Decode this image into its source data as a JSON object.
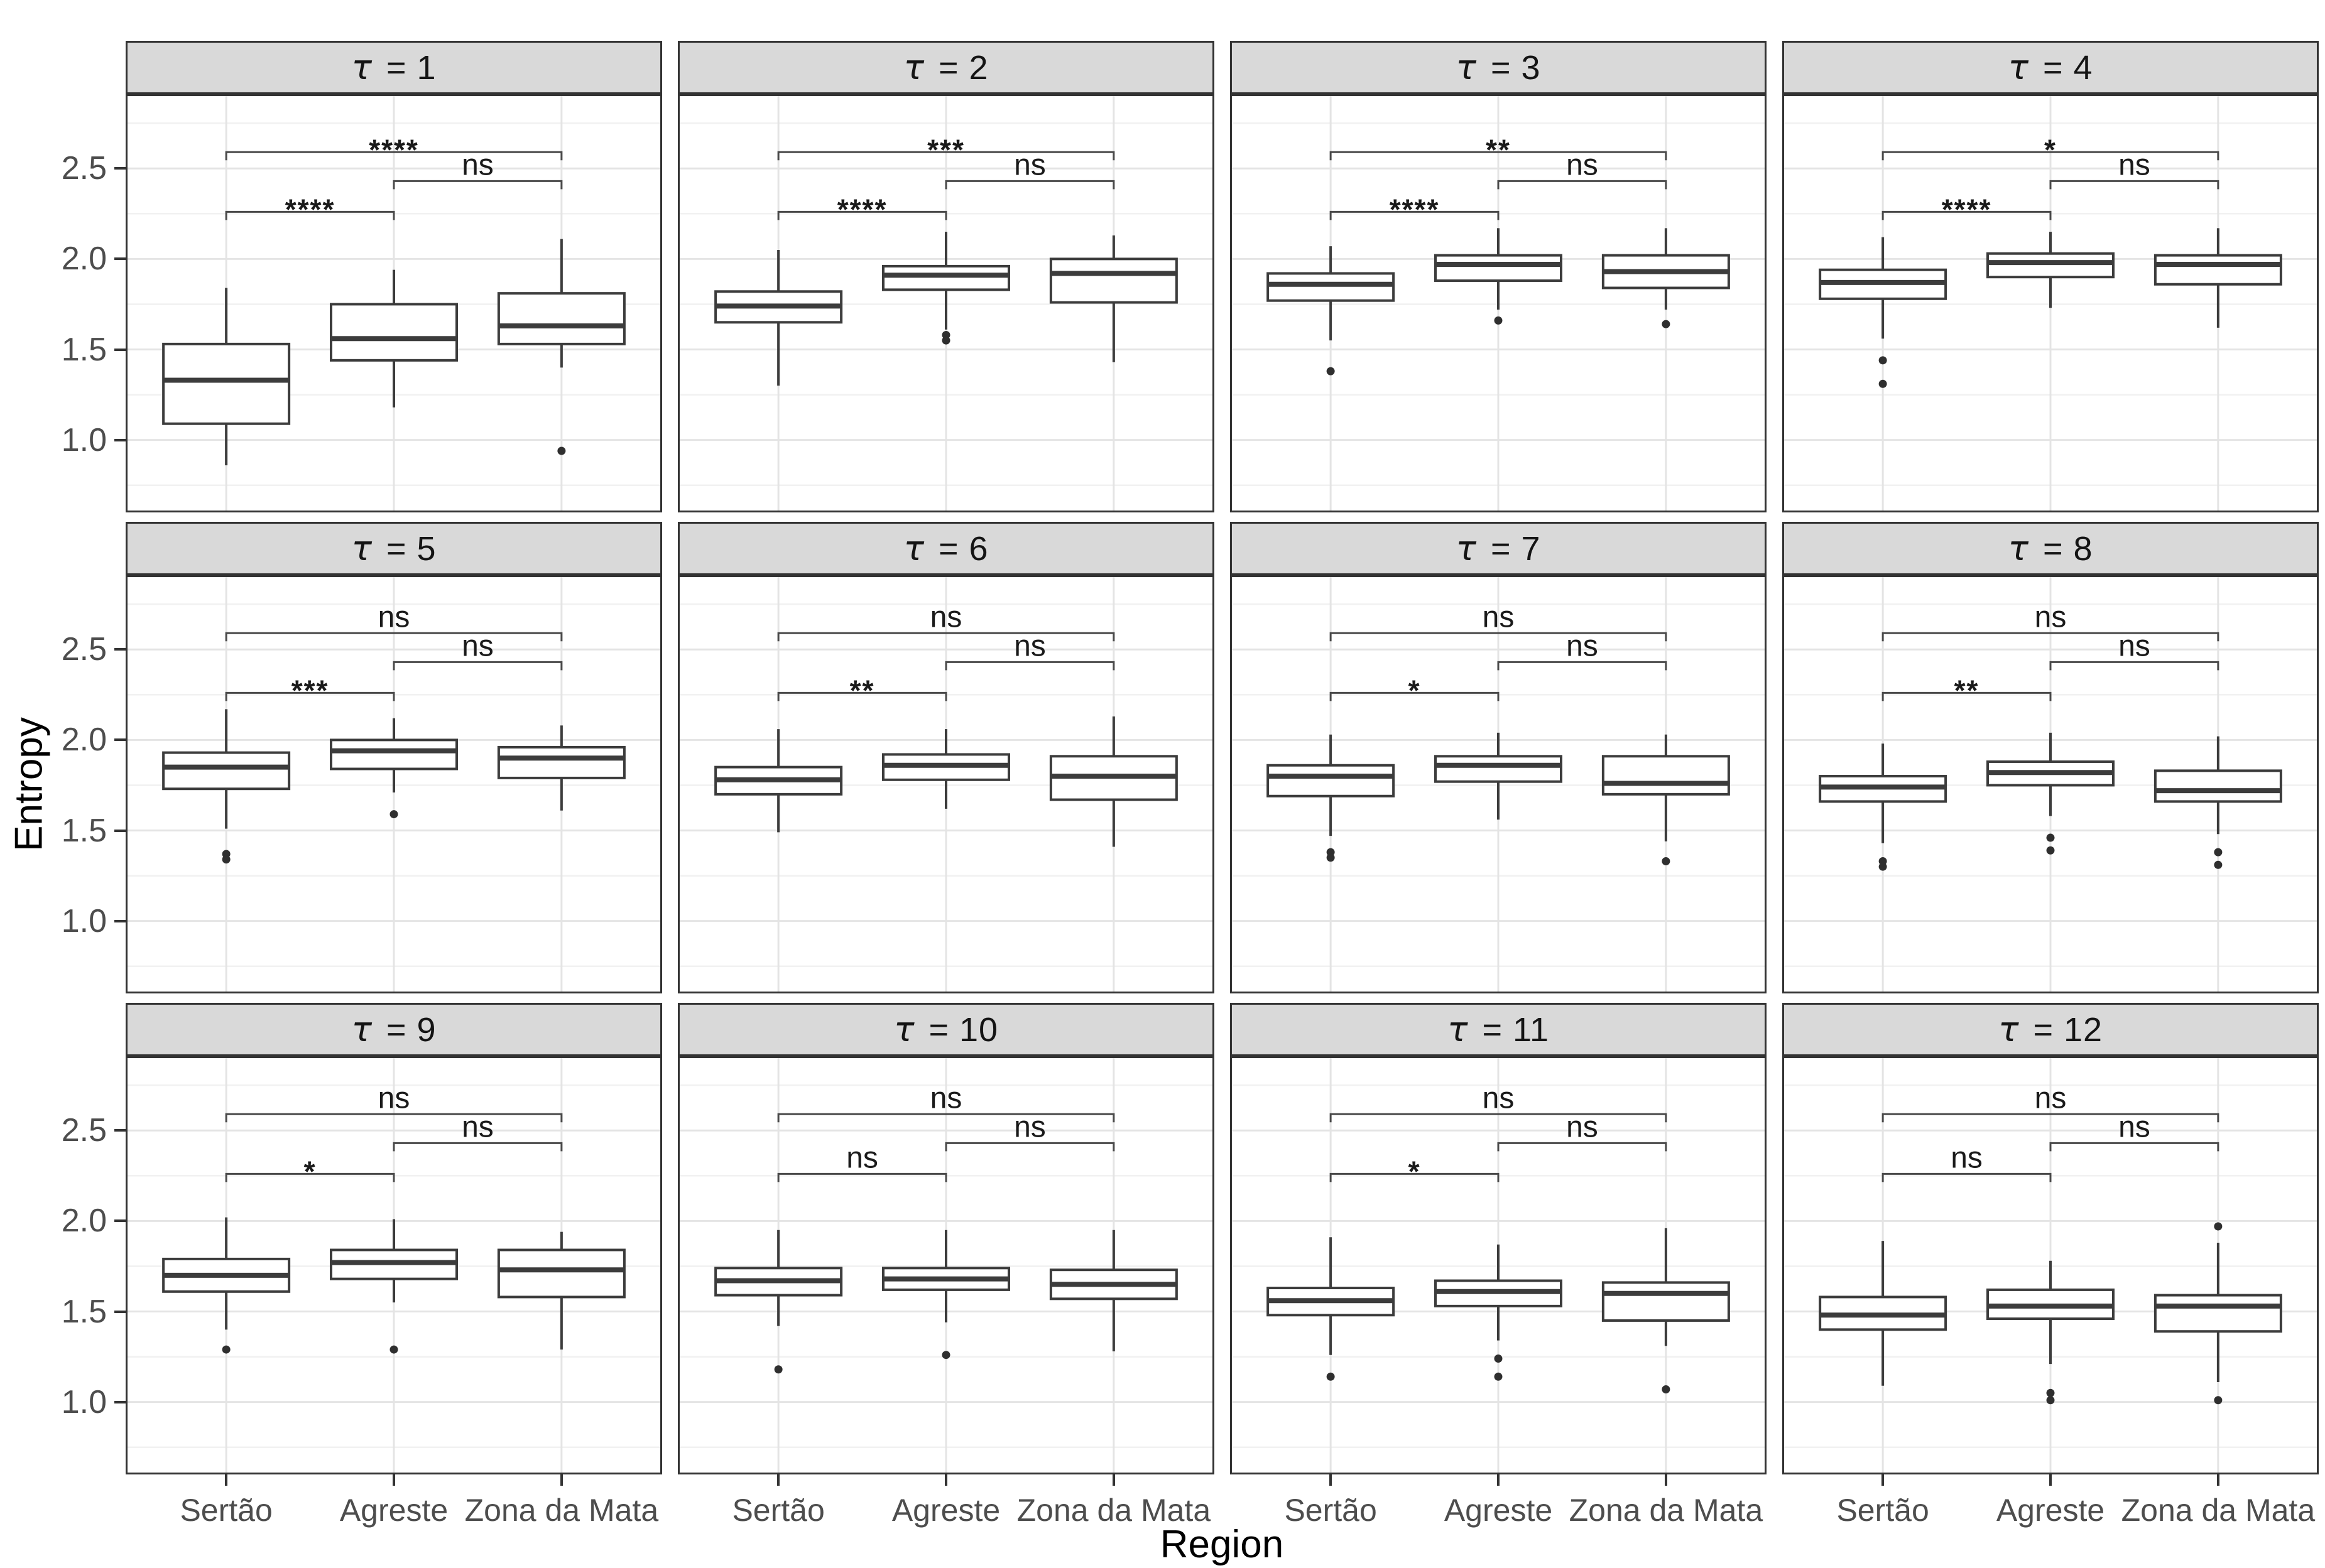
{
  "chart_data": {
    "type": "boxplot",
    "title": "",
    "xlabel": "Region",
    "ylabel": "Entropy",
    "facet_symbol": "τ",
    "categories": [
      "Sertão",
      "Agreste",
      "Zona da Mata"
    ],
    "y_ticks": [
      "1.0",
      "1.5",
      "2.0",
      "2.5"
    ],
    "y_minor_ticks": [
      0.75,
      1.25,
      1.75,
      2.25,
      2.75
    ],
    "ylim": [
      0.6,
      2.91
    ],
    "grid": {
      "rows": 3,
      "cols": 4
    },
    "legend": "none",
    "annotation_heights": [
      2.26,
      2.43,
      2.59
    ],
    "colors": {
      "strip_fill": "#d9d9d9",
      "panel_border": "#333333",
      "grid_major": "#e4e4e4",
      "grid_minor": "#f1f1f1",
      "box_stroke": "#3c3c3c",
      "tick_text": "#4d4d4d",
      "annotation_text": "#1a1a1a"
    },
    "facets": [
      {
        "tau": "1",
        "boxes": [
          {
            "region": "Sertão",
            "whisker_low": 0.86,
            "q1": 1.09,
            "median": 1.33,
            "q3": 1.53,
            "whisker_high": 1.84,
            "outliers": []
          },
          {
            "region": "Agreste",
            "whisker_low": 1.18,
            "q1": 1.44,
            "median": 1.56,
            "q3": 1.75,
            "whisker_high": 1.94,
            "outliers": []
          },
          {
            "region": "Zona da Mata",
            "whisker_low": 1.4,
            "q1": 1.53,
            "median": 1.63,
            "q3": 1.81,
            "whisker_high": 2.11,
            "outliers": [
              0.94
            ]
          }
        ],
        "significance": [
          {
            "pair": [
              0,
              1
            ],
            "label": "****",
            "y": 2.26
          },
          {
            "pair": [
              1,
              2
            ],
            "label": "ns",
            "y": 2.43
          },
          {
            "pair": [
              0,
              2
            ],
            "label": "****",
            "y": 2.59
          }
        ]
      },
      {
        "tau": "2",
        "boxes": [
          {
            "region": "Sertão",
            "whisker_low": 1.3,
            "q1": 1.65,
            "median": 1.74,
            "q3": 1.82,
            "whisker_high": 2.05,
            "outliers": []
          },
          {
            "region": "Agreste",
            "whisker_low": 1.61,
            "q1": 1.83,
            "median": 1.91,
            "q3": 1.96,
            "whisker_high": 2.15,
            "outliers": [
              1.58,
              1.55
            ]
          },
          {
            "region": "Zona da Mata",
            "whisker_low": 1.43,
            "q1": 1.76,
            "median": 1.92,
            "q3": 2.0,
            "whisker_high": 2.13,
            "outliers": []
          }
        ],
        "significance": [
          {
            "pair": [
              0,
              1
            ],
            "label": "****",
            "y": 2.26
          },
          {
            "pair": [
              1,
              2
            ],
            "label": "ns",
            "y": 2.43
          },
          {
            "pair": [
              0,
              2
            ],
            "label": "***",
            "y": 2.59
          }
        ]
      },
      {
        "tau": "3",
        "boxes": [
          {
            "region": "Sertão",
            "whisker_low": 1.55,
            "q1": 1.77,
            "median": 1.86,
            "q3": 1.92,
            "whisker_high": 2.07,
            "outliers": [
              1.38
            ]
          },
          {
            "region": "Agreste",
            "whisker_low": 1.72,
            "q1": 1.88,
            "median": 1.97,
            "q3": 2.02,
            "whisker_high": 2.17,
            "outliers": [
              1.66
            ]
          },
          {
            "region": "Zona da Mata",
            "whisker_low": 1.72,
            "q1": 1.84,
            "median": 1.93,
            "q3": 2.02,
            "whisker_high": 2.17,
            "outliers": [
              1.64
            ]
          }
        ],
        "significance": [
          {
            "pair": [
              0,
              1
            ],
            "label": "****",
            "y": 2.26
          },
          {
            "pair": [
              1,
              2
            ],
            "label": "ns",
            "y": 2.43
          },
          {
            "pair": [
              0,
              2
            ],
            "label": "**",
            "y": 2.59
          }
        ]
      },
      {
        "tau": "4",
        "boxes": [
          {
            "region": "Sertão",
            "whisker_low": 1.56,
            "q1": 1.78,
            "median": 1.87,
            "q3": 1.94,
            "whisker_high": 2.12,
            "outliers": [
              1.44,
              1.31
            ]
          },
          {
            "region": "Agreste",
            "whisker_low": 1.73,
            "q1": 1.9,
            "median": 1.98,
            "q3": 2.03,
            "whisker_high": 2.15,
            "outliers": []
          },
          {
            "region": "Zona da Mata",
            "whisker_low": 1.62,
            "q1": 1.86,
            "median": 1.97,
            "q3": 2.02,
            "whisker_high": 2.17,
            "outliers": []
          }
        ],
        "significance": [
          {
            "pair": [
              0,
              1
            ],
            "label": "****",
            "y": 2.26
          },
          {
            "pair": [
              1,
              2
            ],
            "label": "ns",
            "y": 2.43
          },
          {
            "pair": [
              0,
              2
            ],
            "label": "*",
            "y": 2.59
          }
        ]
      },
      {
        "tau": "5",
        "boxes": [
          {
            "region": "Sertão",
            "whisker_low": 1.51,
            "q1": 1.73,
            "median": 1.85,
            "q3": 1.93,
            "whisker_high": 2.17,
            "outliers": [
              1.37,
              1.34
            ]
          },
          {
            "region": "Agreste",
            "whisker_low": 1.71,
            "q1": 1.84,
            "median": 1.94,
            "q3": 2.0,
            "whisker_high": 2.12,
            "outliers": [
              1.59
            ]
          },
          {
            "region": "Zona da Mata",
            "whisker_low": 1.61,
            "q1": 1.79,
            "median": 1.9,
            "q3": 1.96,
            "whisker_high": 2.08,
            "outliers": []
          }
        ],
        "significance": [
          {
            "pair": [
              0,
              1
            ],
            "label": "***",
            "y": 2.26
          },
          {
            "pair": [
              1,
              2
            ],
            "label": "ns",
            "y": 2.43
          },
          {
            "pair": [
              0,
              2
            ],
            "label": "ns",
            "y": 2.59
          }
        ]
      },
      {
        "tau": "6",
        "boxes": [
          {
            "region": "Sertão",
            "whisker_low": 1.49,
            "q1": 1.7,
            "median": 1.78,
            "q3": 1.85,
            "whisker_high": 2.06,
            "outliers": []
          },
          {
            "region": "Agreste",
            "whisker_low": 1.62,
            "q1": 1.78,
            "median": 1.86,
            "q3": 1.92,
            "whisker_high": 2.06,
            "outliers": []
          },
          {
            "region": "Zona da Mata",
            "whisker_low": 1.41,
            "q1": 1.67,
            "median": 1.8,
            "q3": 1.91,
            "whisker_high": 2.13,
            "outliers": []
          }
        ],
        "significance": [
          {
            "pair": [
              0,
              1
            ],
            "label": "**",
            "y": 2.26
          },
          {
            "pair": [
              1,
              2
            ],
            "label": "ns",
            "y": 2.43
          },
          {
            "pair": [
              0,
              2
            ],
            "label": "ns",
            "y": 2.59
          }
        ]
      },
      {
        "tau": "7",
        "boxes": [
          {
            "region": "Sertão",
            "whisker_low": 1.47,
            "q1": 1.69,
            "median": 1.8,
            "q3": 1.86,
            "whisker_high": 2.03,
            "outliers": [
              1.38,
              1.35
            ]
          },
          {
            "region": "Agreste",
            "whisker_low": 1.56,
            "q1": 1.77,
            "median": 1.86,
            "q3": 1.91,
            "whisker_high": 2.04,
            "outliers": []
          },
          {
            "region": "Zona da Mata",
            "whisker_low": 1.44,
            "q1": 1.7,
            "median": 1.76,
            "q3": 1.91,
            "whisker_high": 2.03,
            "outliers": [
              1.33
            ]
          }
        ],
        "significance": [
          {
            "pair": [
              0,
              1
            ],
            "label": "*",
            "y": 2.26
          },
          {
            "pair": [
              1,
              2
            ],
            "label": "ns",
            "y": 2.43
          },
          {
            "pair": [
              0,
              2
            ],
            "label": "ns",
            "y": 2.59
          }
        ]
      },
      {
        "tau": "8",
        "boxes": [
          {
            "region": "Sertão",
            "whisker_low": 1.43,
            "q1": 1.66,
            "median": 1.74,
            "q3": 1.8,
            "whisker_high": 1.98,
            "outliers": [
              1.33,
              1.3
            ]
          },
          {
            "region": "Agreste",
            "whisker_low": 1.58,
            "q1": 1.75,
            "median": 1.82,
            "q3": 1.88,
            "whisker_high": 2.04,
            "outliers": [
              1.46,
              1.39
            ]
          },
          {
            "region": "Zona da Mata",
            "whisker_low": 1.48,
            "q1": 1.66,
            "median": 1.72,
            "q3": 1.83,
            "whisker_high": 2.02,
            "outliers": [
              1.38,
              1.31
            ]
          }
        ],
        "significance": [
          {
            "pair": [
              0,
              1
            ],
            "label": "**",
            "y": 2.26
          },
          {
            "pair": [
              1,
              2
            ],
            "label": "ns",
            "y": 2.43
          },
          {
            "pair": [
              0,
              2
            ],
            "label": "ns",
            "y": 2.59
          }
        ]
      },
      {
        "tau": "9",
        "boxes": [
          {
            "region": "Sertão",
            "whisker_low": 1.4,
            "q1": 1.61,
            "median": 1.7,
            "q3": 1.79,
            "whisker_high": 2.02,
            "outliers": [
              1.29
            ]
          },
          {
            "region": "Agreste",
            "whisker_low": 1.55,
            "q1": 1.68,
            "median": 1.77,
            "q3": 1.84,
            "whisker_high": 2.01,
            "outliers": [
              1.29
            ]
          },
          {
            "region": "Zona da Mata",
            "whisker_low": 1.29,
            "q1": 1.58,
            "median": 1.73,
            "q3": 1.84,
            "whisker_high": 1.94,
            "outliers": []
          }
        ],
        "significance": [
          {
            "pair": [
              0,
              1
            ],
            "label": "*",
            "y": 2.26
          },
          {
            "pair": [
              1,
              2
            ],
            "label": "ns",
            "y": 2.43
          },
          {
            "pair": [
              0,
              2
            ],
            "label": "ns",
            "y": 2.59
          }
        ]
      },
      {
        "tau": "10",
        "boxes": [
          {
            "region": "Sertão",
            "whisker_low": 1.42,
            "q1": 1.59,
            "median": 1.67,
            "q3": 1.74,
            "whisker_high": 1.95,
            "outliers": [
              1.18
            ]
          },
          {
            "region": "Agreste",
            "whisker_low": 1.44,
            "q1": 1.62,
            "median": 1.68,
            "q3": 1.74,
            "whisker_high": 1.95,
            "outliers": [
              1.26
            ]
          },
          {
            "region": "Zona da Mata",
            "whisker_low": 1.28,
            "q1": 1.57,
            "median": 1.65,
            "q3": 1.73,
            "whisker_high": 1.95,
            "outliers": []
          }
        ],
        "significance": [
          {
            "pair": [
              0,
              1
            ],
            "label": "ns",
            "y": 2.26
          },
          {
            "pair": [
              1,
              2
            ],
            "label": "ns",
            "y": 2.43
          },
          {
            "pair": [
              0,
              2
            ],
            "label": "ns",
            "y": 2.59
          }
        ]
      },
      {
        "tau": "11",
        "boxes": [
          {
            "region": "Sertão",
            "whisker_low": 1.26,
            "q1": 1.48,
            "median": 1.56,
            "q3": 1.63,
            "whisker_high": 1.91,
            "outliers": [
              1.14
            ]
          },
          {
            "region": "Agreste",
            "whisker_low": 1.34,
            "q1": 1.53,
            "median": 1.61,
            "q3": 1.67,
            "whisker_high": 1.87,
            "outliers": [
              1.24,
              1.14
            ]
          },
          {
            "region": "Zona da Mata",
            "whisker_low": 1.31,
            "q1": 1.45,
            "median": 1.6,
            "q3": 1.66,
            "whisker_high": 1.96,
            "outliers": [
              1.07
            ]
          }
        ],
        "significance": [
          {
            "pair": [
              0,
              1
            ],
            "label": "*",
            "y": 2.26
          },
          {
            "pair": [
              1,
              2
            ],
            "label": "ns",
            "y": 2.43
          },
          {
            "pair": [
              0,
              2
            ],
            "label": "ns",
            "y": 2.59
          }
        ]
      },
      {
        "tau": "12",
        "boxes": [
          {
            "region": "Sertão",
            "whisker_low": 1.09,
            "q1": 1.4,
            "median": 1.48,
            "q3": 1.58,
            "whisker_high": 1.89,
            "outliers": []
          },
          {
            "region": "Agreste",
            "whisker_low": 1.21,
            "q1": 1.46,
            "median": 1.53,
            "q3": 1.62,
            "whisker_high": 1.78,
            "outliers": [
              1.05,
              1.01
            ]
          },
          {
            "region": "Zona da Mata",
            "whisker_low": 1.11,
            "q1": 1.39,
            "median": 1.53,
            "q3": 1.59,
            "whisker_high": 1.88,
            "outliers": [
              1.97,
              1.01
            ]
          }
        ],
        "significance": [
          {
            "pair": [
              0,
              1
            ],
            "label": "ns",
            "y": 2.26
          },
          {
            "pair": [
              1,
              2
            ],
            "label": "ns",
            "y": 2.43
          },
          {
            "pair": [
              0,
              2
            ],
            "label": "ns",
            "y": 2.59
          }
        ]
      }
    ]
  }
}
